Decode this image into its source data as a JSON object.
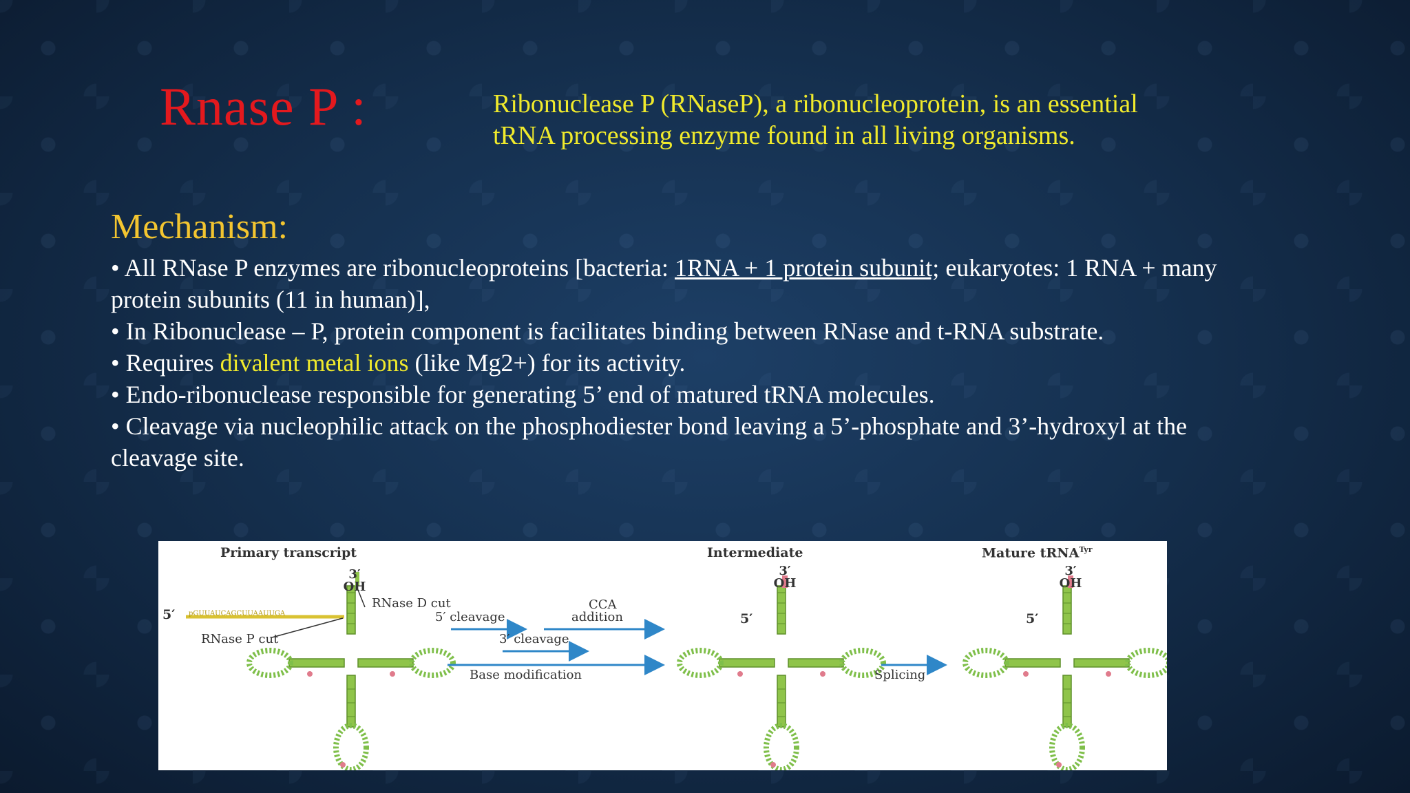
{
  "slide": {
    "title": "Rnase P :",
    "intro": "Ribonuclease P (RNaseP), a ribonucleoprotein, is an essential tRNA processing enzyme found in all living organisms.",
    "mechanism_heading": "Mechanism:",
    "points": [
      {
        "text_a": "• All RNase P enzymes are ribonucleoproteins [bacteria: ",
        "underlined": "1RNA + 1 protein subunit;",
        "text_b": " eukaryotes: 1 RNA + many protein subunits (11 in human)],"
      },
      {
        "text": "• In Ribonuclease – P, protein component is facilitates binding between RNase and t-RNA substrate."
      },
      {
        "text_a": "• Requires ",
        "highlight": "divalent metal ions",
        "text_b": " (like Mg2+) for its activity."
      },
      {
        "text": "• Endo-ribonuclease responsible for generating 5’ end of matured tRNA molecules."
      },
      {
        "text": "• Cleavage via nucleophilic attack on the phosphodiester bond leaving a 5’-phosphate and 3’-hydroxyl at the cleavage site."
      }
    ]
  },
  "figure": {
    "headers": {
      "primary": "Primary transcript",
      "intermediate": "Intermediate",
      "mature": "Mature tRNA",
      "mature_sup": "Tyr"
    },
    "labels": {
      "three_prime": "3′",
      "oh": "OH",
      "five_prime": "5′",
      "rnase_d_cut": "RNase D cut",
      "five_cleavage": "5′ cleavage",
      "cca": "CCA",
      "addition": "addition",
      "three_cleavage": "3′ cleavage",
      "base_modification": "Base modification",
      "rnase_p_cut": "RNase P cut",
      "splicing": "Splicing",
      "leader_seq": "pGUUAUCAGCUUAAUUGA"
    },
    "colors": {
      "arrow": "#2f87c8",
      "stem": "#8fc44a",
      "loop": "#7fbf4a",
      "leader": "#d9c232",
      "modified_base": "#e07b8c"
    }
  }
}
